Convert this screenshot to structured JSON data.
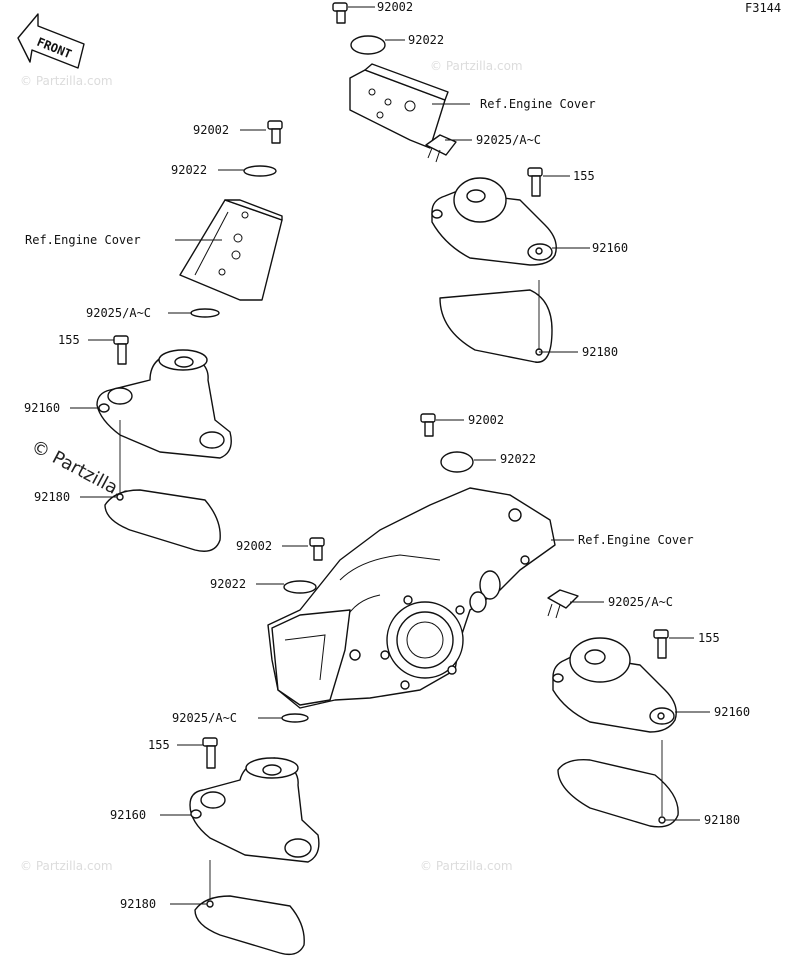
{
  "figure_code": "F3144",
  "front_label": "FRONT",
  "watermark": "© Partzilla.com",
  "labels": {
    "a_92002": "92002",
    "a_92022": "92022",
    "a_ref": "Ref.Engine Cover",
    "a_92025": "92025/A~C",
    "a_155": "155",
    "a_92160": "92160",
    "a_92180": "92180",
    "b_92002": "92002",
    "b_92022": "92022",
    "b_ref": "Ref.Engine Cover",
    "b_92025": "92025/A~C",
    "b_155": "155",
    "b_92160": "92160",
    "b_92180": "92180",
    "c_92002": "92002",
    "c_92022": "92022",
    "c_ref": "Ref.Engine Cover",
    "c_92025": "92025/A~C",
    "c_155": "155",
    "c_92160": "92160",
    "c_92180": "92180",
    "d_92002": "92002",
    "d_92022": "92022",
    "d_92025": "92025/A~C",
    "d_155": "155",
    "d_92160": "92160",
    "d_92180": "92180"
  }
}
